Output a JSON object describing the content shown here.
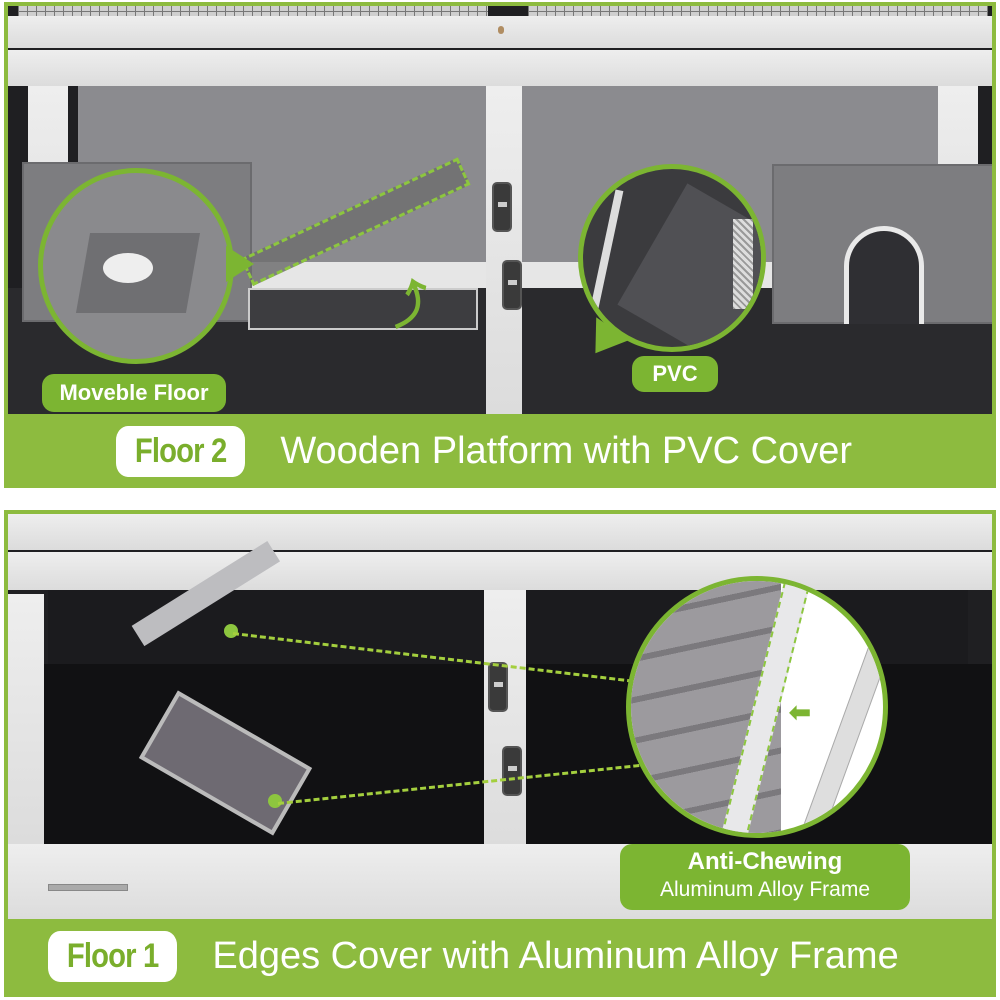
{
  "panels": {
    "top": {
      "floor_label": "Floor 2",
      "caption": "Wooden Platform with PVC Cover",
      "callouts": {
        "left": "Moveble Floor",
        "right": "PVC"
      },
      "icons": [
        "mesh-roof",
        "latch-icon",
        "hide-box",
        "curved-arrow-icon",
        "magnify-circle"
      ]
    },
    "bottom": {
      "floor_label": "Floor 1",
      "caption": "Edges Cover with Aluminum Alloy Frame",
      "callouts": {
        "title": "Anti-Chewing",
        "subtitle": "Aluminum Alloy Frame"
      },
      "icons": [
        "latch-icon",
        "arrow-left-icon",
        "magnify-circle",
        "hinge"
      ]
    }
  },
  "colors": {
    "accent_green": "#8dbb3f",
    "callout_green": "#7cb532",
    "floor_pill_text": "#7aae2c",
    "white": "#ffffff"
  }
}
